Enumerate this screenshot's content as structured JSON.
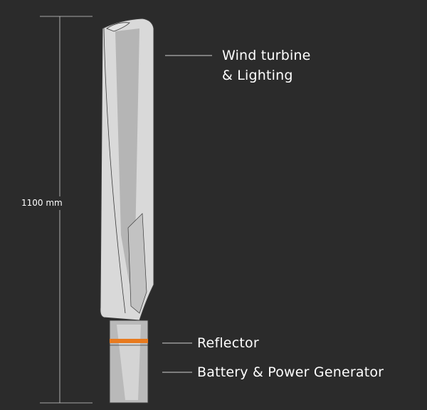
{
  "labels": {
    "turbine_line1": "Wind turbine",
    "turbine_line2": "& Lighting",
    "reflector": "Reflector",
    "battery": "Battery & Power Generator",
    "height": "1100 mm"
  },
  "colors": {
    "background": "#2b2b2b",
    "body_light": "#d9d9d9",
    "body_mid": "#b5b5b5",
    "outline": "#3a3a3a",
    "reflector_band": "#e87a1e",
    "leader_line": "#cfcfcf"
  }
}
